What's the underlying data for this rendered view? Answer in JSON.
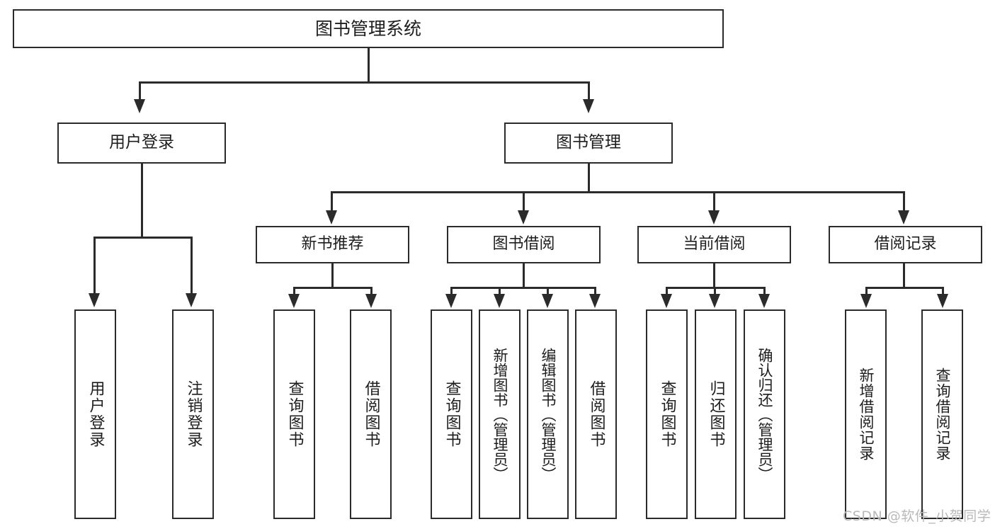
{
  "diagram": {
    "title": "图书管理系统",
    "type": "tree",
    "root": {
      "label": "图书管理系统",
      "children": [
        {
          "label": "用户登录",
          "children": [
            {
              "label": "用户登录"
            },
            {
              "label": "注销登录"
            }
          ]
        },
        {
          "label": "图书管理",
          "children": [
            {
              "label": "新书推荐",
              "children": [
                {
                  "label": "查询图书"
                },
                {
                  "label": "借阅图书"
                }
              ]
            },
            {
              "label": "图书借阅",
              "children": [
                {
                  "label": "查询图书"
                },
                {
                  "label": "新增图书（管理员）"
                },
                {
                  "label": "编辑图书（管理员）"
                },
                {
                  "label": "借阅图书"
                }
              ]
            },
            {
              "label": "当前借阅",
              "children": [
                {
                  "label": "查询图书"
                },
                {
                  "label": "归还图书"
                },
                {
                  "label": "确认归还（管理员）"
                }
              ]
            },
            {
              "label": "借阅记录",
              "children": [
                {
                  "label": "新增借阅记录"
                },
                {
                  "label": "查询借阅记录"
                }
              ]
            }
          ]
        }
      ]
    }
  },
  "nodes": {
    "root": "图书管理系统",
    "user_login": "用户登录",
    "book_manage": "图书管理",
    "new_book_rec": "新书推荐",
    "book_borrow": "图书借阅",
    "current_borrow": "当前借阅",
    "borrow_record": "借阅记录",
    "leaf_user_login": "用户登录",
    "leaf_logout": "注销登录",
    "leaf_query_book_1": "查询图书",
    "leaf_borrow_book_1": "借阅图书",
    "leaf_query_book_2": "查询图书",
    "leaf_add_book": "新增图书（管理员）",
    "leaf_edit_book": "编辑图书（管理员）",
    "leaf_borrow_book_2": "借阅图书",
    "leaf_query_book_3": "查询图书",
    "leaf_return_book": "归还图书",
    "leaf_confirm_return": "确认归还（管理员）",
    "leaf_add_record": "新增借阅记录",
    "leaf_query_record": "查询借阅记录"
  },
  "watermark": {
    "text": "CSDN @软件_小贺同学"
  },
  "colors": {
    "border": "#2b2b2b",
    "background": "#ffffff",
    "text": "#1d1d1d",
    "watermark": "#b9b9b9"
  }
}
